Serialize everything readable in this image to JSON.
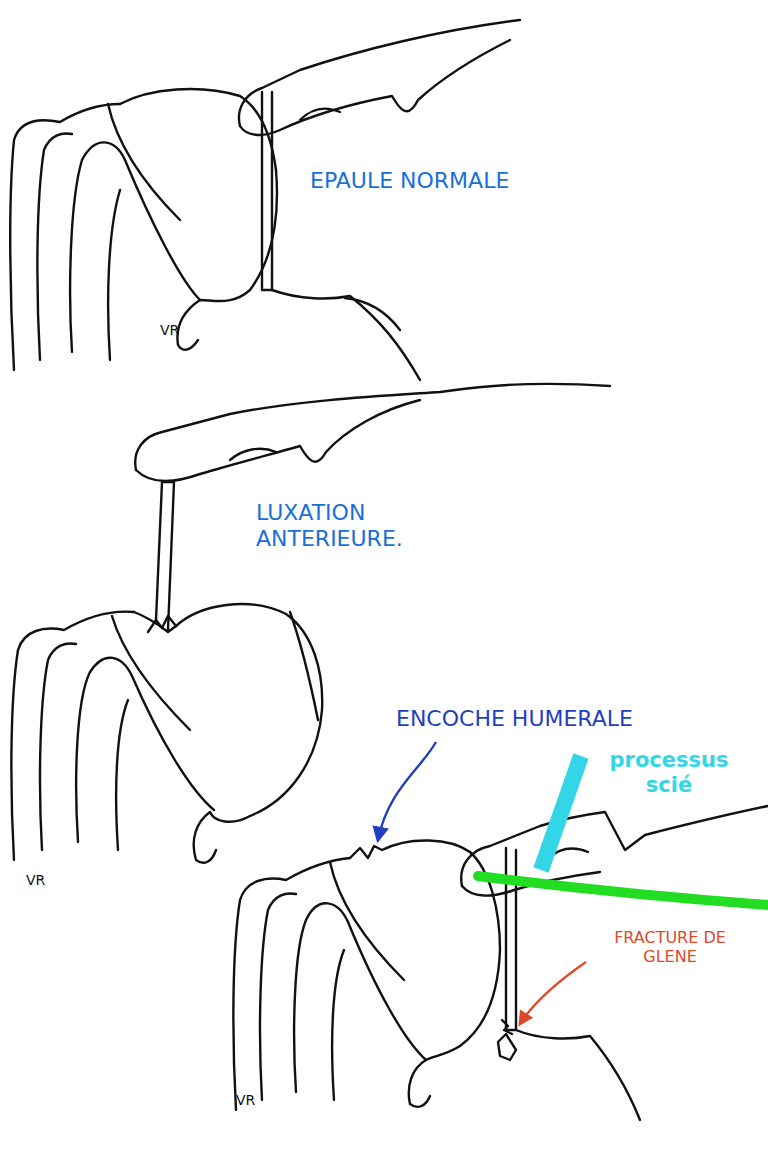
{
  "diagram": {
    "labels": [
      "EPAULE NORMALE",
      "LUXATION ANTERIEURE.",
      "ENCOCHE HUMERALE",
      "processus scié",
      "FRACTURE DE GLENE",
      "VR",
      "VR",
      "VR"
    ]
  }
}
